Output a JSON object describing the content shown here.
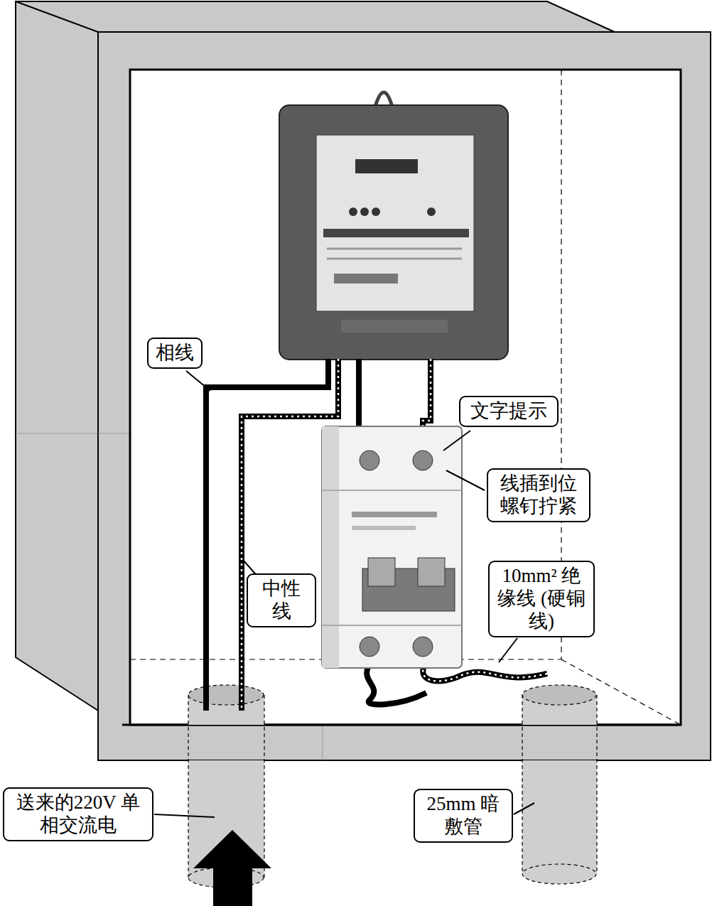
{
  "diagram": {
    "nodes": [
      {
        "text": [
          "相线"
        ]
      },
      {
        "text": [
          "文字提示"
        ]
      },
      {
        "text": [
          "线插到位 螺钉拧紧"
        ]
      },
      {
        "text": [
          "中性线"
        ]
      },
      {
        "text": [
          "10mm² 绝缘线 (硬铜线)"
        ]
      },
      {
        "text": [
          "送来的220V 单相交流电"
        ]
      },
      {
        "text": [
          "25mm 暗敷管"
        ]
      }
    ]
  }
}
